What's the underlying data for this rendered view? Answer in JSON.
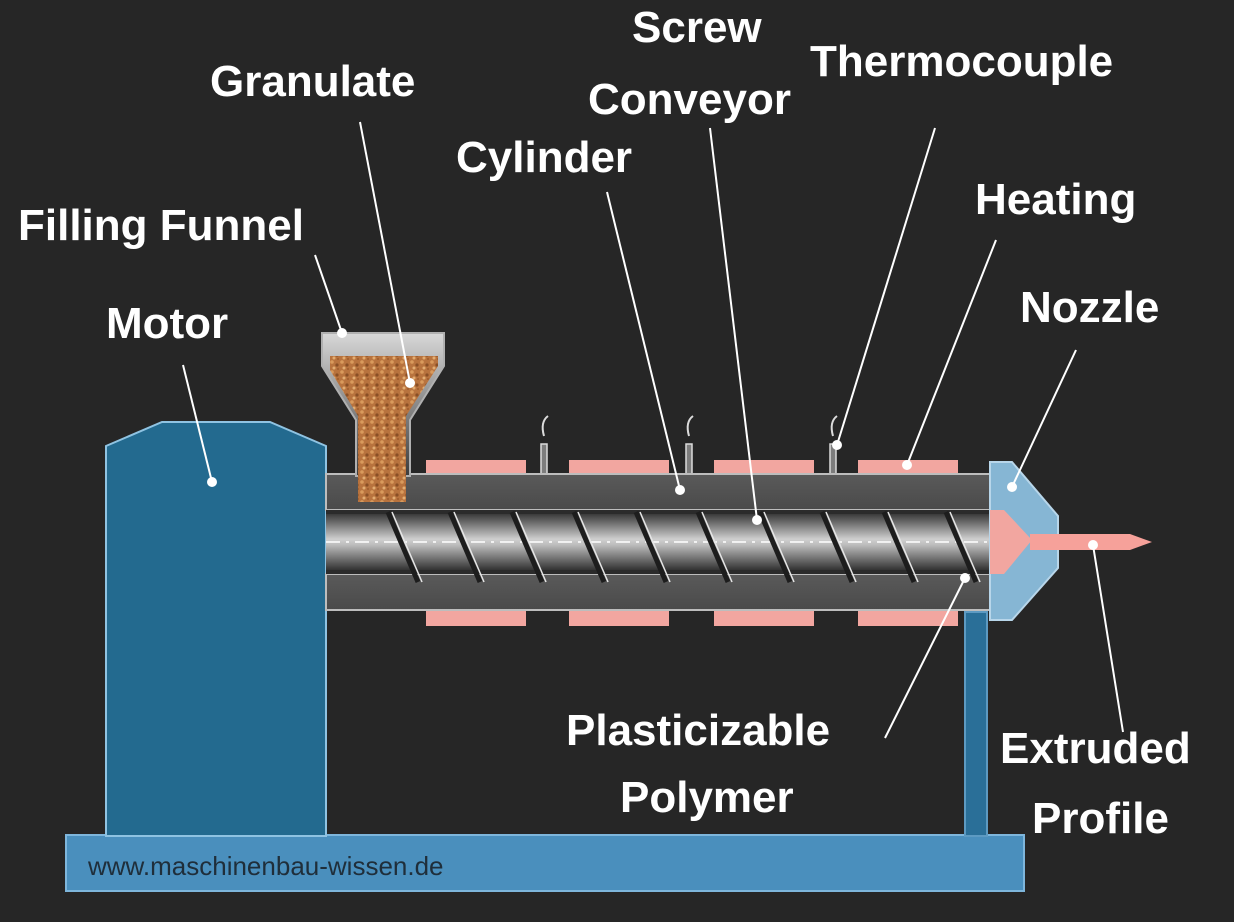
{
  "labels": {
    "screw": "Screw",
    "conveyor": "Conveyor",
    "thermocouple": "Thermocouple",
    "granulate": "Granulate",
    "cylinder": "Cylinder",
    "heating": "Heating",
    "filling_funnel": "Filling Funnel",
    "nozzle": "Nozzle",
    "motor": "Motor",
    "plasticizable": "Plasticizable",
    "polymer": "Polymer",
    "extruded": "Extruded",
    "profile": "Profile"
  },
  "watermark": "www.maschinenbau-wissen.de",
  "colors": {
    "background": "#262626",
    "motor_blue": "#236a8f",
    "base_blue": "#4a8fbd",
    "heating_pink": "#f2a6a0",
    "polymer_brown": "#c77b46",
    "nozzle_blue": "#86b6d4",
    "extrudate_pink": "#f6a19a"
  }
}
